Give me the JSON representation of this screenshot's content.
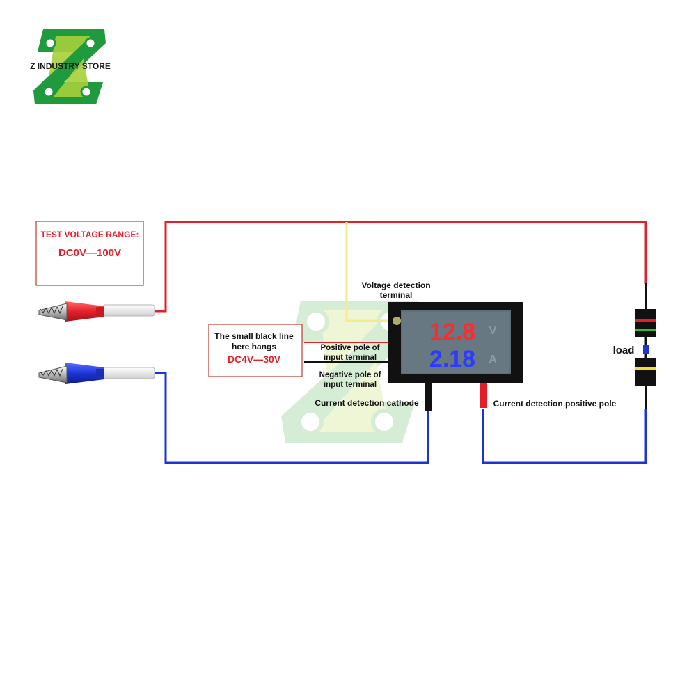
{
  "logo": {
    "brand": "Z INDUSTRY STORE",
    "green": "#1f9a3c",
    "lime": "#a6cf3b"
  },
  "range_box": {
    "title": "TEST VOLTAGE RANGE:",
    "value": "DC0V—100V"
  },
  "hang_box": {
    "line1": "The small black line",
    "line2": "here hangs",
    "value": "DC4V—30V"
  },
  "labels": {
    "voltage_terminal_1": "Voltage detection",
    "voltage_terminal_2": "terminal",
    "positive_input_1": "Positive pole of",
    "positive_input_2": "input terminal",
    "negative_input_1": "Negative pole of",
    "negative_input_2": "input terminal",
    "current_cathode": "Current detection cathode",
    "current_positive": "Current detection positive pole",
    "load": "load"
  },
  "meter": {
    "voltage_reading": "12.8",
    "current_reading": "2.18",
    "voltage_unit": "V",
    "current_unit": "A"
  },
  "colors": {
    "positive_wire": "#e3202a",
    "negative_wire": "#1c33d6",
    "sense_wire": "#f3ec8f",
    "signal_wire": "#111111",
    "box_border": "#c0392b",
    "label_red": "#e3202a"
  },
  "icons": {
    "logo": "z-industry-logo",
    "red_clip": "red-alligator-clip",
    "blue_clip": "blue-alligator-clip",
    "meter": "digital-volt-amp-meter",
    "load": "resistor-load-icon",
    "watermark": "z-watermark-logo"
  }
}
